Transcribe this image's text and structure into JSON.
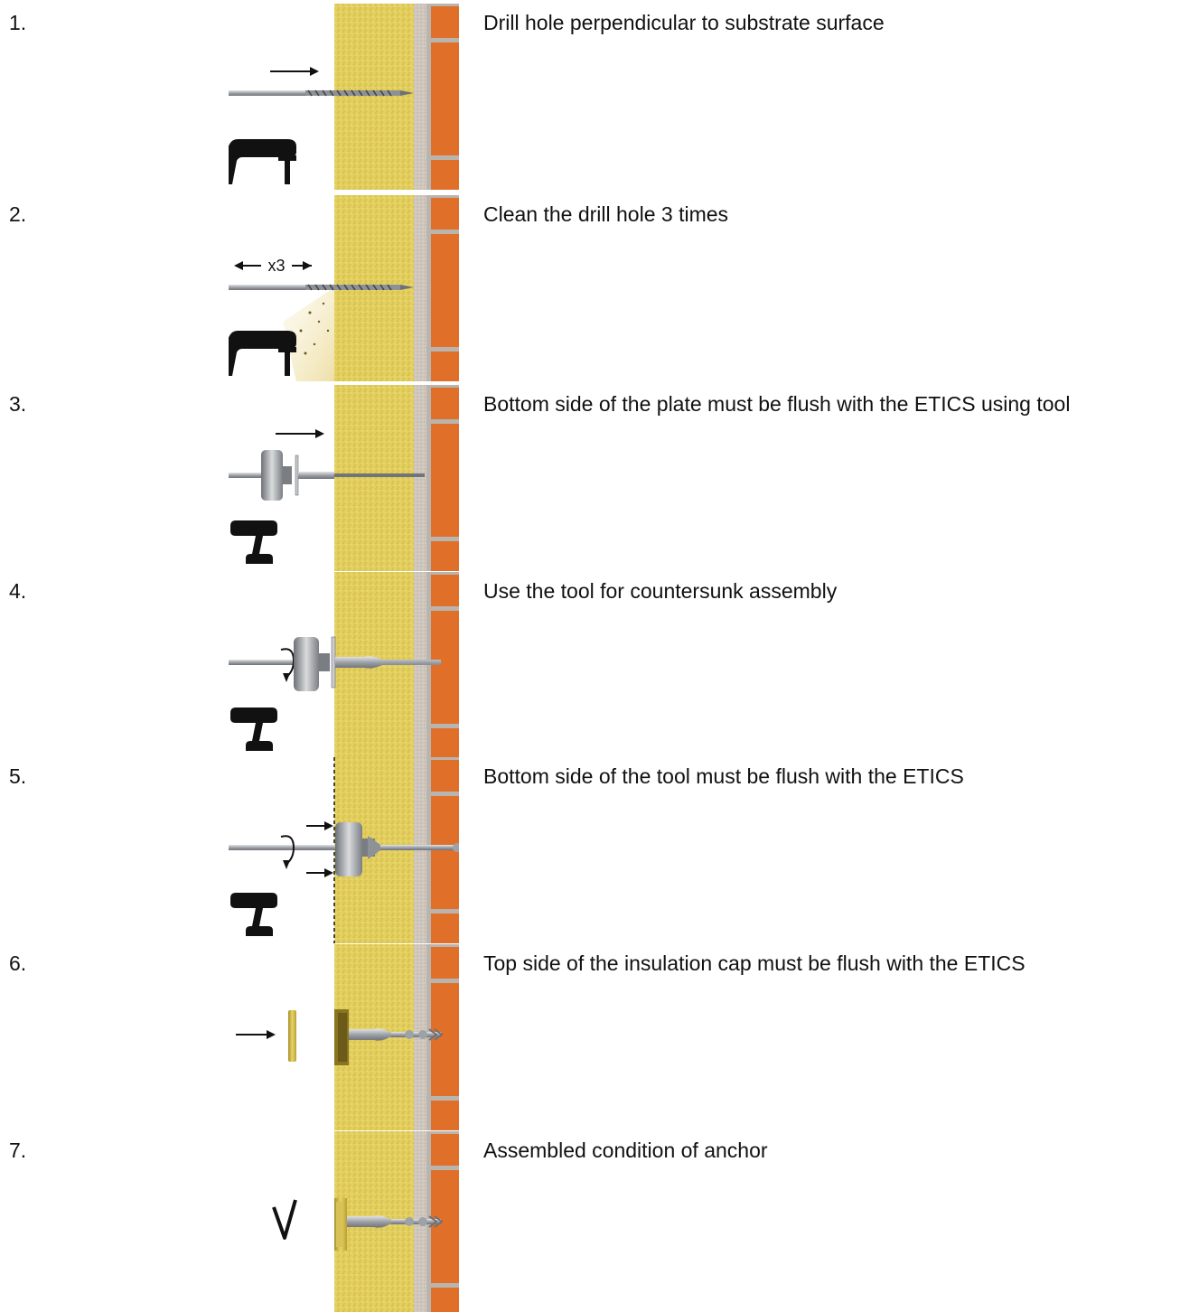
{
  "steps": [
    {
      "number": "1.",
      "text": "Drill hole perpendicular to substrate surface",
      "illustration": "drill-hole"
    },
    {
      "number": "2.",
      "text": "Clean the drill hole 3 times",
      "illustration": "clean-hole",
      "label": "x3"
    },
    {
      "number": "3.",
      "text": "Bottom side of the plate must be flush with the ETICS using tool",
      "illustration": "insert-anchor-with-tool"
    },
    {
      "number": "4.",
      "text": "Use the tool for countersunk assembly",
      "illustration": "countersink-with-tool"
    },
    {
      "number": "5.",
      "text": "Bottom side of the tool must be flush with the ETICS",
      "illustration": "tool-flush"
    },
    {
      "number": "6.",
      "text": "Top side of the insulation cap must be flush with the ETICS",
      "illustration": "insert-insulation-cap"
    },
    {
      "number": "7.",
      "text": "Assembled condition of anchor",
      "illustration": "assembled-anchor"
    }
  ],
  "colors": {
    "insulation": "#e3cf5e",
    "brick": "#e06f2a",
    "mortar": "#b9b4ad",
    "steel": "#a9adb2"
  }
}
